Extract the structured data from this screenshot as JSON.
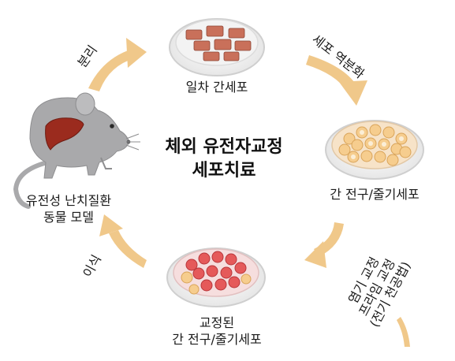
{
  "title": {
    "line1": "체외 유전자교정",
    "line2": "세포치료"
  },
  "labels": {
    "primary_hepatocytes": "일차 간세포",
    "progenitor_cells": "간 전구/줄기세포",
    "edited_line1": "교정된",
    "edited_line2": "간 전구/줄기세포",
    "mouse_line1": "유전성 난치질환",
    "mouse_line2": "동물 모델"
  },
  "arrows": {
    "isolation": "분리",
    "dedifferentiation": "세포 역분화",
    "transplant": "이식",
    "editing_line1": "염기 교정",
    "editing_line2": "프라임 교정",
    "editing_line3": "(전기 천공법)"
  },
  "colors": {
    "arrow": "#f0c88a",
    "mouse": "#a9a9ab",
    "liver": "#9b2b1e",
    "dish_rim": "#d9d9d9",
    "dish_medium": "#f7e3c8",
    "primary_cell": "#c9705a",
    "progenitor_cell": "#f6cd8e",
    "edited_cell": "#e55a5a"
  },
  "icons": [
    "dish-icon",
    "mouse-icon",
    "liver-icon",
    "cycle-arrow-icon"
  ]
}
